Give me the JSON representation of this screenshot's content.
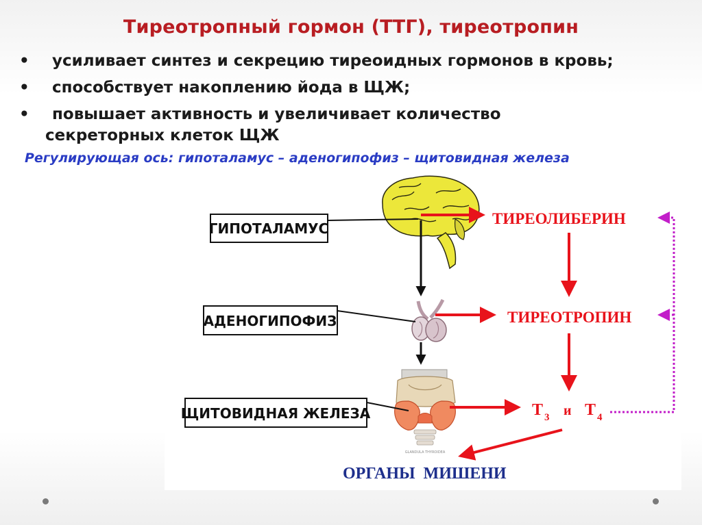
{
  "title": "Тиреотропный гормон (ТТГ), тиреотропин",
  "bullets": [
    {
      "marker": "•",
      "text": "усиливает синтез и секрецию тиреоидных гормонов в кровь;",
      "cont": ""
    },
    {
      "marker": "•",
      "text": "способствует накоплению йода в ЩЖ;",
      "cont": ""
    },
    {
      "marker": "•",
      "text": "повышает активность и увеличивает количество",
      "cont": "секреторных клеток ЩЖ"
    }
  ],
  "axis_note": "Регулирующая ось: гипоталамус – аденогипофиз – щитовидная железа",
  "diagram": {
    "organs": {
      "hypothalamus": "ГИПОТАЛАМУС",
      "adenohypophysis": "АДЕНОГИПОФИЗ",
      "thyroid": "ЩИТОВИДНАЯ ЖЕЛЕЗА"
    },
    "hormones": {
      "thyroliberin": "ТИРЕОЛИБЕРИН",
      "thyrotropin": "ТИРЕОТРОПИН",
      "t_prefix": "Т",
      "t3_sub": "3",
      "and": "и",
      "t4_sub": "4"
    },
    "targets": "ОРГАНЫ  МИШЕНИ",
    "tiny_caption": "GLANDULA THYROIDEA"
  },
  "colors": {
    "title": "#b81d22",
    "axis_note": "#2a3cc4",
    "arrow_red": "#e8131b",
    "arrow_feedback": "#c21ec9",
    "hormone_text": "#e8131b",
    "targets_text": "#1e2f8c",
    "brain_fill": "#ece73a"
  },
  "icons": [
    "brain-illustration",
    "pituitary-illustration",
    "thyroid-illustration"
  ]
}
